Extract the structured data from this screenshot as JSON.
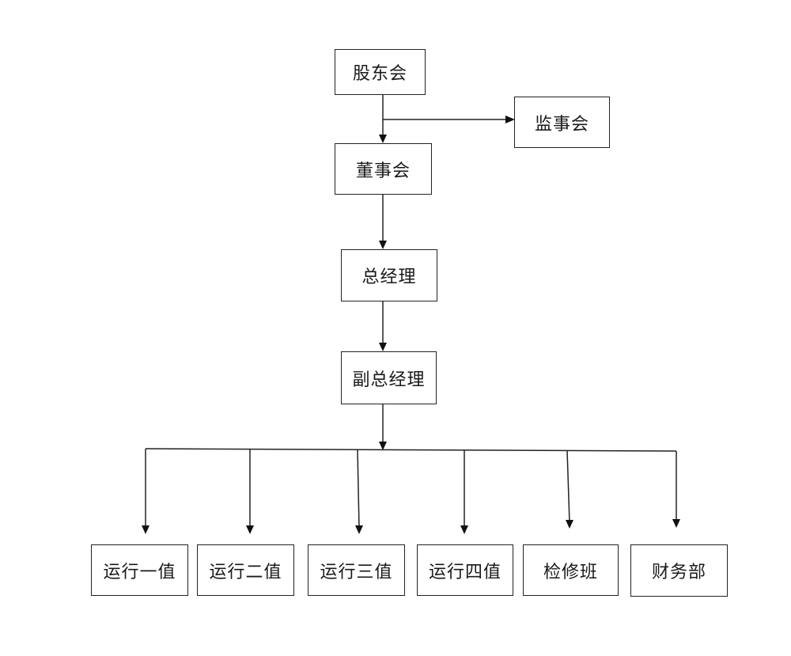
{
  "org_chart": {
    "shareholders": "股东会",
    "supervisors": "监事会",
    "board": "董事会",
    "general_manager": "总经理",
    "deputy_general_manager": "副总经理",
    "units": [
      "运行一值",
      "运行二值",
      "运行三值",
      "运行四值",
      "检修班",
      "财务部"
    ]
  },
  "colors": {
    "line": "#222222",
    "box_border": "#222222",
    "text": "#1a1a1a",
    "background": "#ffffff"
  }
}
